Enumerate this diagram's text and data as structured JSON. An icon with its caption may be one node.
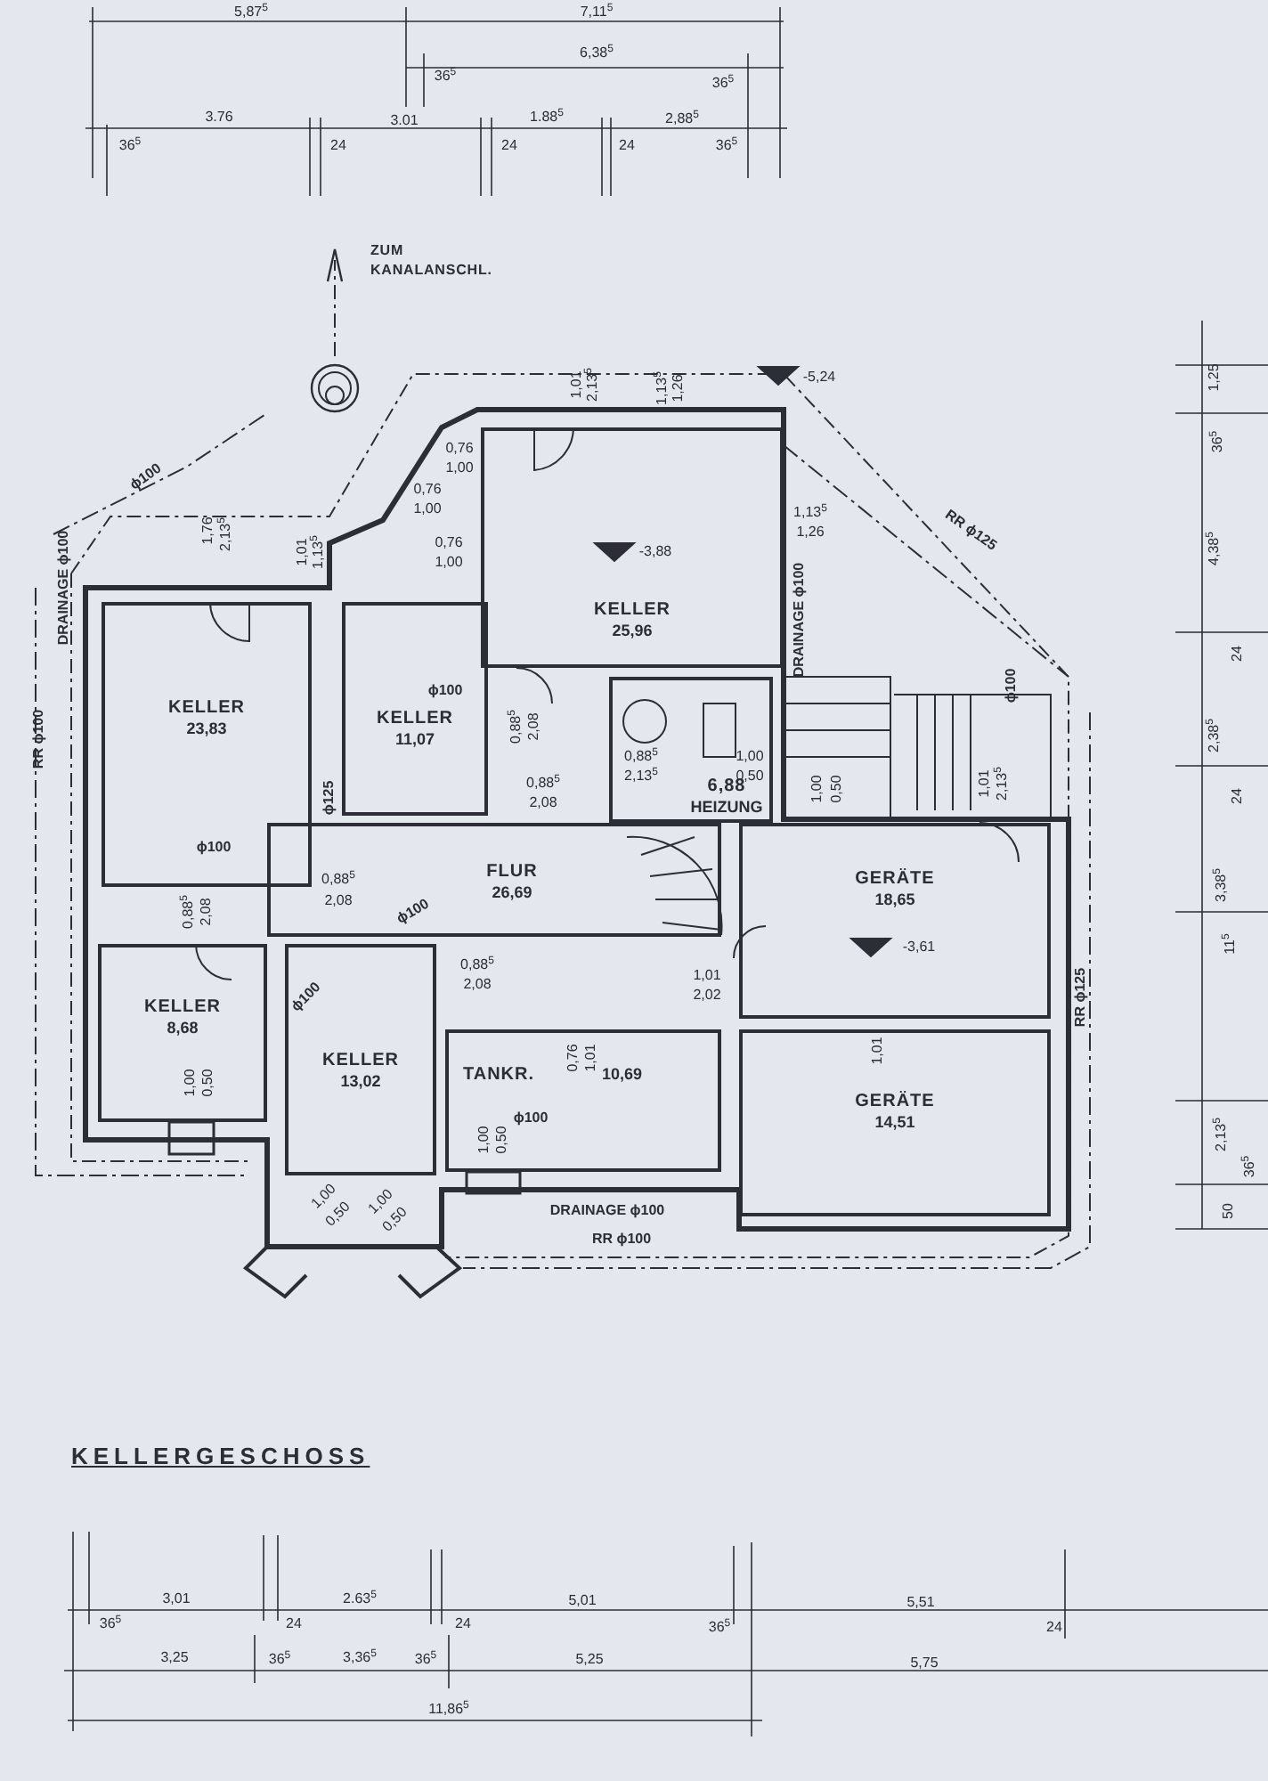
{
  "diagram": {
    "title": "KELLERGESCHOSS",
    "nodes": [
      {
        "text": [
          "KELLER",
          "23,83"
        ]
      },
      {
        "text": [
          "KELLER",
          "11,07"
        ]
      },
      {
        "text": [
          "KELLER",
          "25,96"
        ]
      },
      {
        "text": [
          "6,88",
          "HEIZUNG"
        ]
      },
      {
        "text": [
          "FLUR",
          "26,69"
        ]
      },
      {
        "text": [
          "KELLER",
          "8,68"
        ]
      },
      {
        "text": [
          "KELLER",
          "13,02"
        ]
      },
      {
        "text": [
          "TANKR.",
          "10,69"
        ]
      },
      {
        "text": [
          "GERÄTE",
          "18,65"
        ]
      },
      {
        "text": [
          "GERÄTE",
          "14,51"
        ]
      }
    ],
    "labels": [
      "5,87$^{5}$",
      "7,11$^{5}$",
      "36$^{5}$",
      "6,38$^{5}$",
      "36$^{5}$",
      "3.76",
      "3.01",
      "1.88$^{5}$",
      "2,88$^{5}$",
      "36$^{5}$",
      "24",
      "24",
      "24",
      "36$^{5}$",
      "ZUM KANALANSCHL.",
      "-5,24",
      "ϕ100",
      "1,01",
      "2,13$^{5}$",
      "1,13$^{5}$",
      "1,26",
      "0,76",
      "1,00",
      "0,76",
      "1,00",
      "1,76",
      "2,13$^{5}$",
      "1,01",
      "1,13$^{5}$",
      "0,76",
      "1,00",
      "-3,88",
      "1,13$^{5}$",
      "1,26",
      "DRAINAGE ϕ100",
      "RR ϕ125",
      "ϕ100",
      "DRAINAGE ϕ100",
      "RR ϕ100",
      "ϕ100",
      "ϕ125",
      "0,88$^{5}$",
      "2,08",
      "0,88$^{5}$",
      "2,13$^{5}$",
      "1,00",
      "0,50",
      "1,00",
      "0,50",
      "1,01",
      "2,13$^{5}$",
      "ϕ100",
      "0,88$^{5}$",
      "2,08",
      "0,88$^{5}$",
      "2,08",
      "0,88$^{5}$",
      "2,08",
      "ϕ100",
      "0,88$^{5}$",
      "2,08",
      "1,01",
      "2,02",
      "-3,61",
      "1,01",
      "RR ϕ125",
      "ϕ100",
      "1,00",
      "0,50",
      "1,00",
      "0,50",
      "1,00",
      "0,50",
      "0,76",
      "1,01",
      "ϕ100",
      "1,00",
      "0,50",
      "DRAINAGE ϕ100",
      "RR ϕ100",
      "1,25",
      "36$^{5}$",
      "4,38$^{5}$",
      "24",
      "2,38$^{5}$",
      "24",
      "3,38$^{5}$",
      "11$^{5}$",
      "2,13$^{5}$",
      "36$^{5}$",
      "50",
      "3,01",
      "36$^{5}$",
      "2.63$^{5}$",
      "24",
      "24",
      "5,01",
      "36$^{5}$",
      "5,51",
      "24",
      "3,25",
      "36$^{5}$",
      "3,36$^{5}$",
      "36$^{5}$",
      "5,25",
      "5,75",
      "11,86$^{5}$"
    ]
  }
}
